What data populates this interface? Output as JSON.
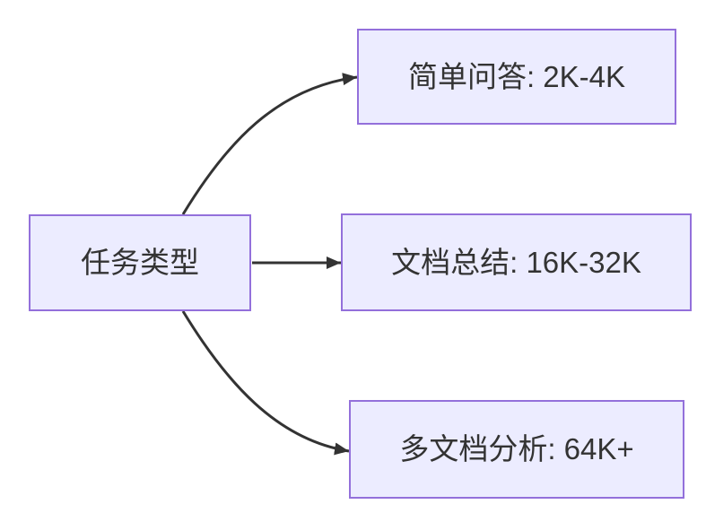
{
  "diagram": {
    "type": "flowchart",
    "direction": "left-to-right",
    "root": {
      "label": "任务类型"
    },
    "branches": [
      {
        "label": "简单问答: 2K-4K"
      },
      {
        "label": "文档总结: 16K-32K"
      },
      {
        "label": "多文档分析: 64K+"
      }
    ],
    "edges": [
      {
        "from": "任务类型",
        "to": "简单问答: 2K-4K"
      },
      {
        "from": "任务类型",
        "to": "文档总结: 16K-32K"
      },
      {
        "from": "任务类型",
        "to": "多文档分析: 64K+"
      }
    ],
    "colors": {
      "node_fill": "#ECECFF",
      "node_border": "#9370DB",
      "text": "#333333",
      "edge": "#333333",
      "background": "#FFFFFF"
    }
  }
}
